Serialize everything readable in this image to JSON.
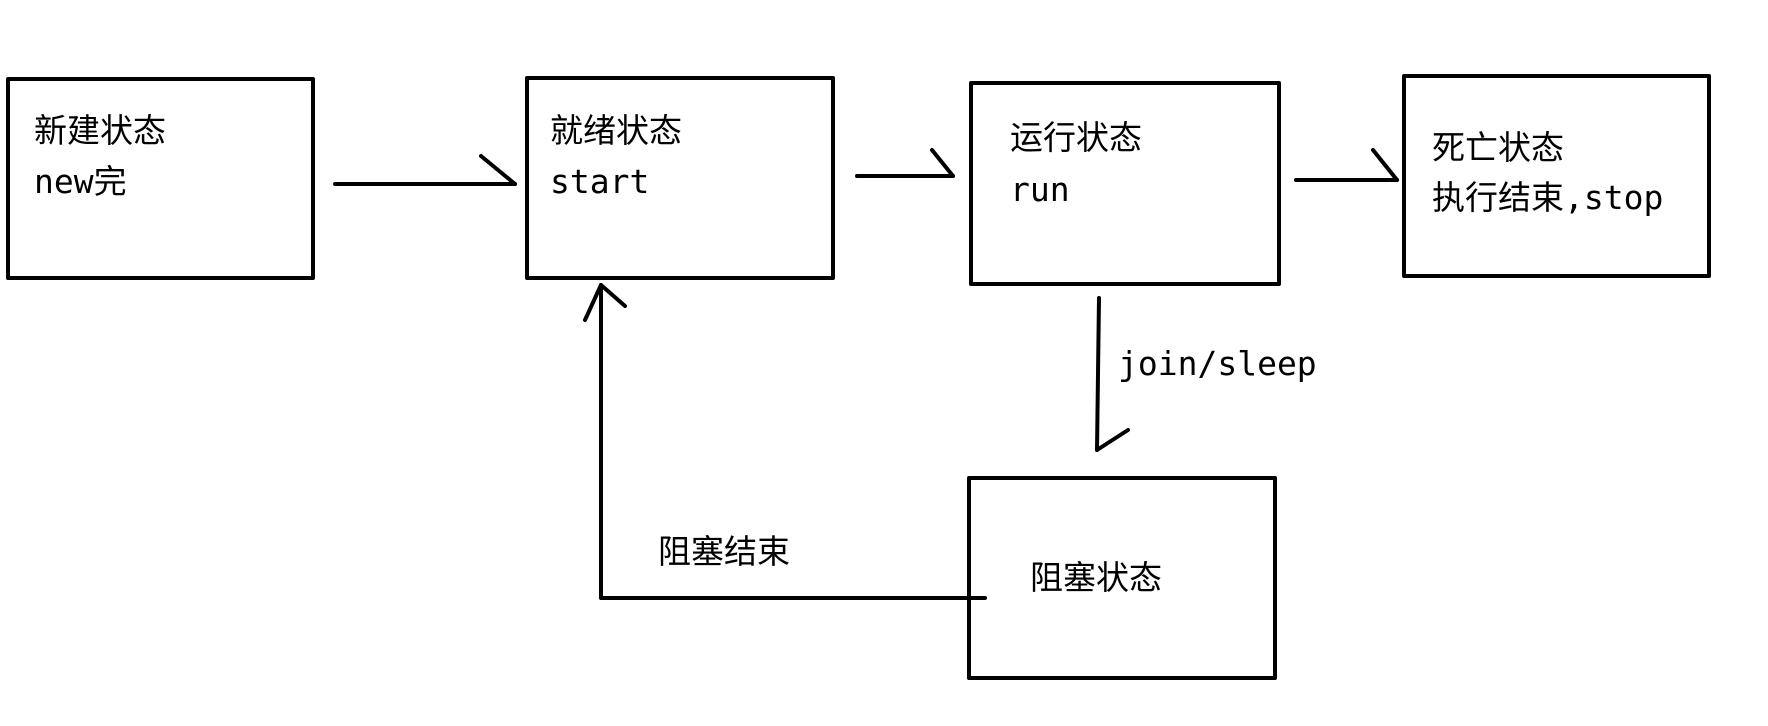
{
  "states": {
    "new": {
      "title": "新建状态",
      "subtitle": "new完"
    },
    "ready": {
      "title": "就绪状态",
      "subtitle": "start"
    },
    "running": {
      "title": "运行状态",
      "subtitle": "run"
    },
    "dead": {
      "title": "死亡状态",
      "subtitle": "执行结束,stop"
    },
    "blocked": {
      "title": "阻塞状态"
    }
  },
  "edges": {
    "running_to_blocked": {
      "label": "join/sleep"
    },
    "blocked_to_ready": {
      "label": "阻塞结束"
    }
  },
  "colors": {
    "stroke": "#000000",
    "background": "#ffffff"
  }
}
